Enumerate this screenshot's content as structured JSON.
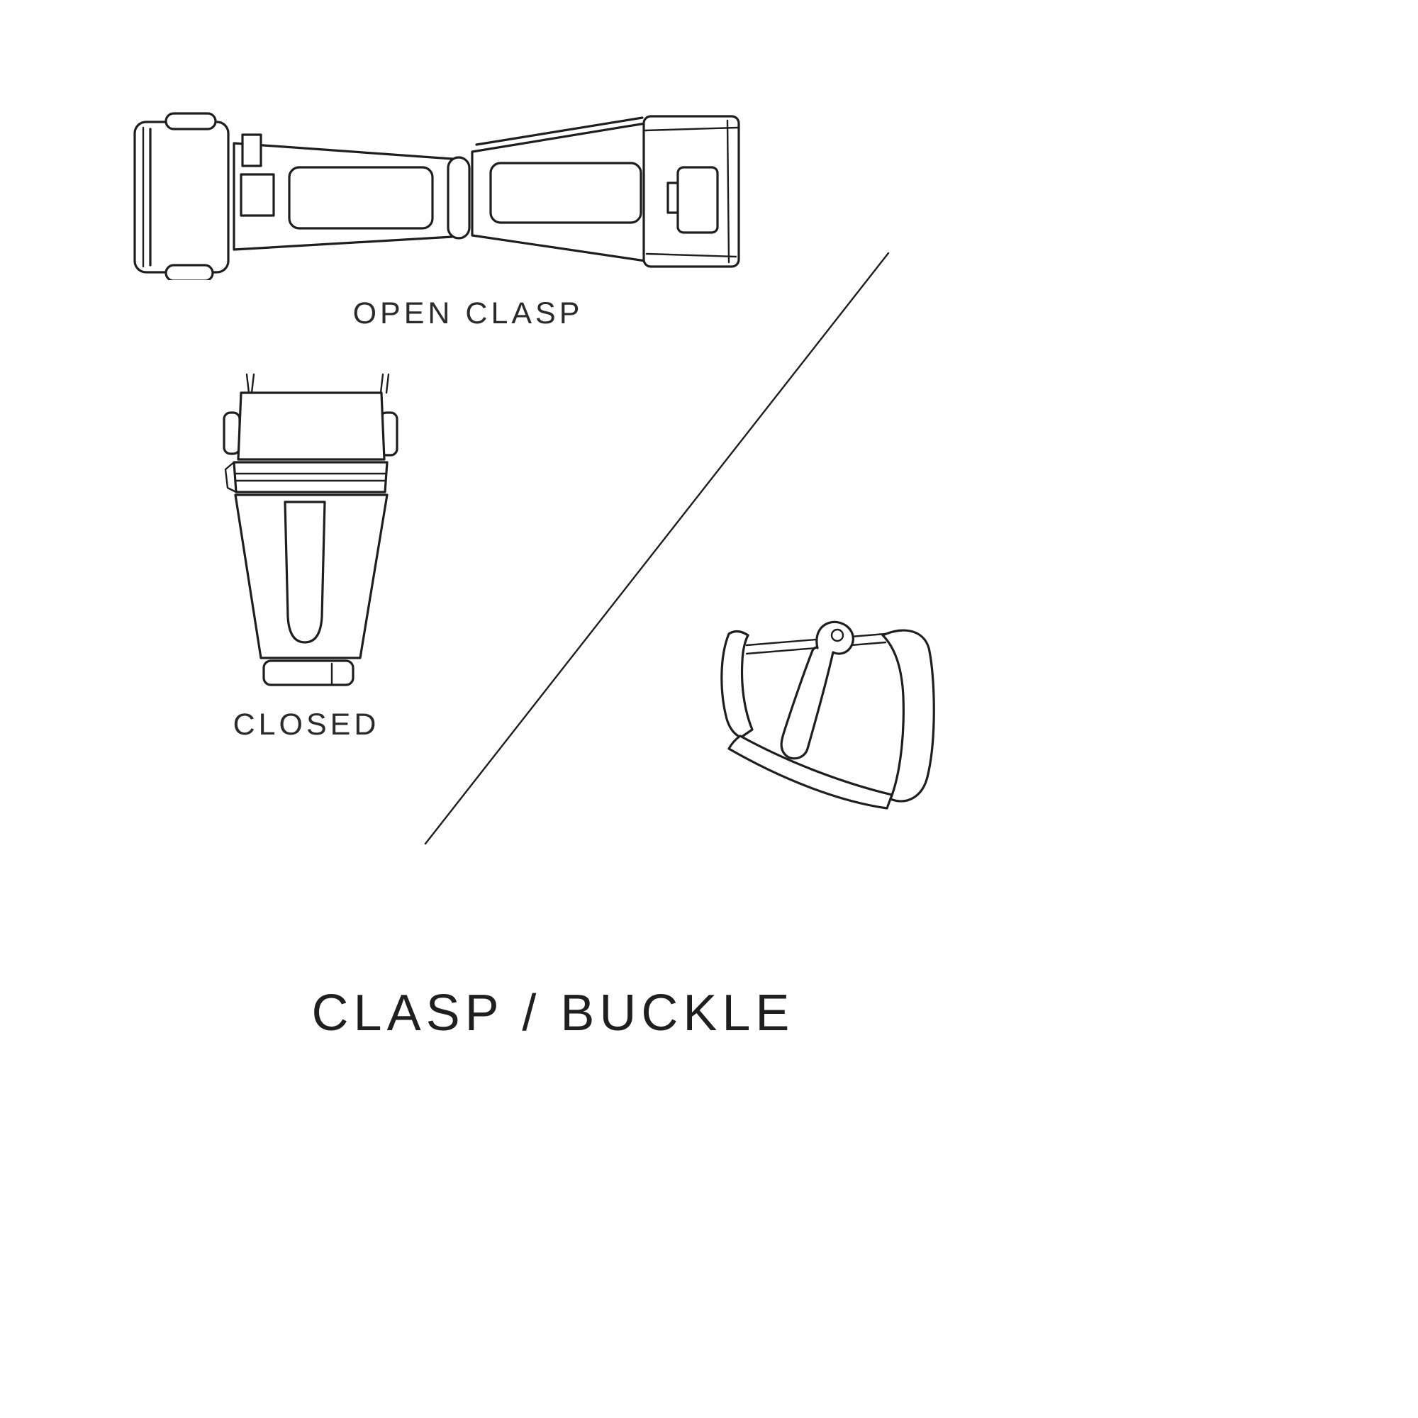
{
  "theme": {
    "background": "#ffffff",
    "line_color": "#1e1e1e",
    "text_color": "#2b2b2b"
  },
  "labels": {
    "open_clasp": "OPEN CLASP",
    "closed": "CLOSED",
    "title": "CLASP / BUCKLE"
  },
  "illustrations": {
    "open_clasp": "open-clasp-line-drawing",
    "closed_clasp": "closed-clasp-line-drawing",
    "buckle": "tang-buckle-line-drawing",
    "divider": "diagonal-divider-line"
  }
}
